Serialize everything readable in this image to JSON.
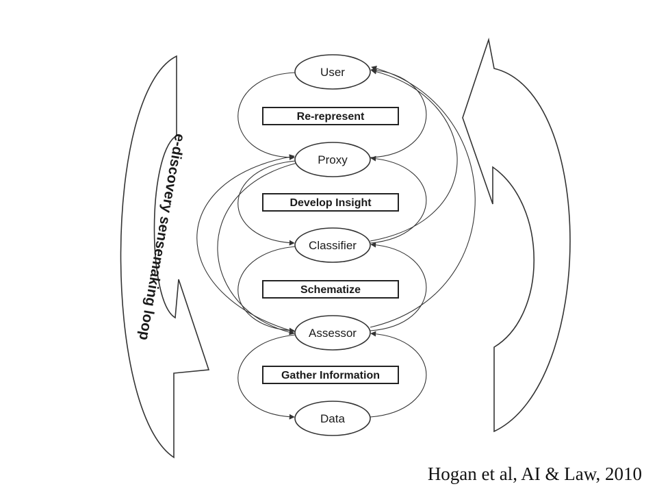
{
  "diagram": {
    "nodes": {
      "user": "User",
      "proxy": "Proxy",
      "classifier": "Classifier",
      "assessor": "Assessor",
      "data": "Data"
    },
    "steps": {
      "rerepresent": "Re-represent",
      "develop_insight": "Develop Insight",
      "schematize": "Schematize",
      "gather_information": "Gather Information"
    },
    "loop_label": "e-discovery sensemaking loop"
  },
  "citation": "Hogan et al, AI & Law, 2010",
  "colors": {
    "line": "#333333",
    "background": "#ffffff"
  }
}
